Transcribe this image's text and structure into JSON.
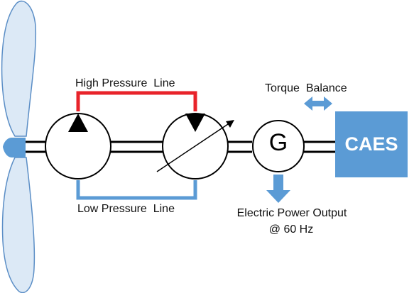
{
  "labels": {
    "high_pressure": "High Pressure  Line",
    "low_pressure": "Low Pressure  Line",
    "torque_balance": "Torque  Balance",
    "power_output_line1": "Electric Power Output",
    "power_output_line2": "@ 60 Hz",
    "generator": "G",
    "storage": "CAES"
  },
  "colors": {
    "high_pressure_line": "#e8232a",
    "low_pressure_line": "#5b9bd5",
    "caes_box": "#5b9bd5",
    "arrows": "#5b9bd5",
    "blade_fill": "#dce9f6",
    "blade_stroke": "#5b8ec6",
    "hub": "#5b9bd5",
    "shaft": "#000000"
  },
  "icons": {
    "turbine": "wind-turbine-rotor",
    "pump": "fixed-displacement-pump",
    "motor": "variable-displacement-motor",
    "generator": "generator",
    "torque_arrow": "double-headed-arrow",
    "output_arrow": "down-arrow"
  }
}
